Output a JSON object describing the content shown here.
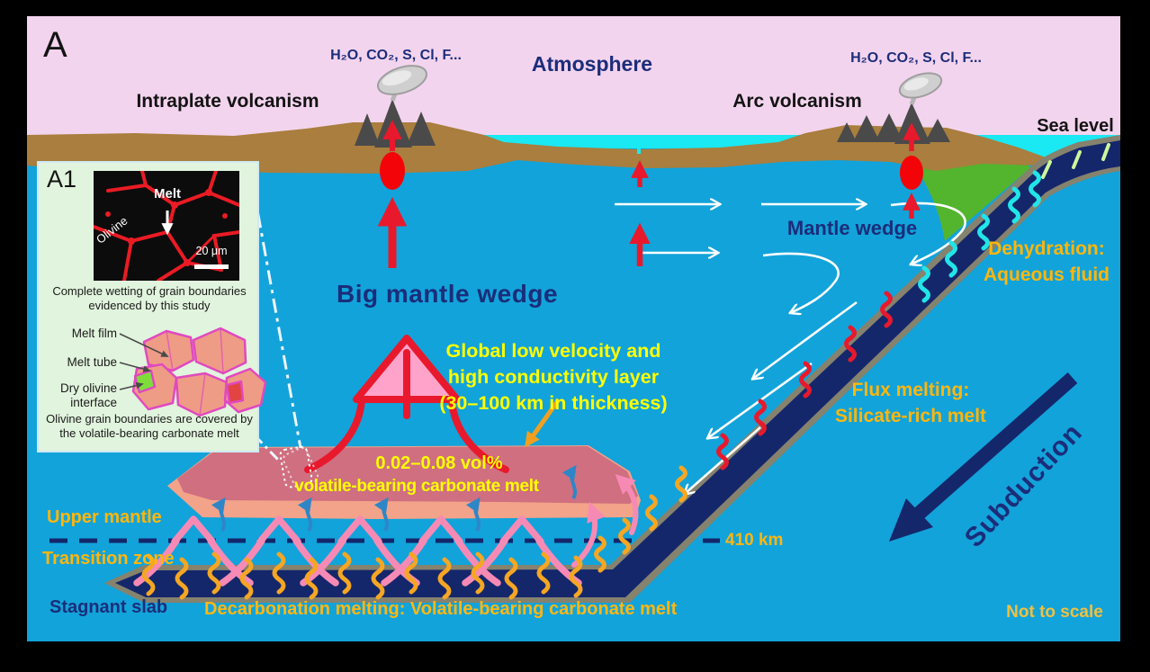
{
  "figure": {
    "panel": "A",
    "not_to_scale": "Not to scale"
  },
  "atmosphere": {
    "label": "Atmosphere",
    "sea_level": "Sea level"
  },
  "volcanism": {
    "intraplate_label": "Intraplate volcanism",
    "arc_label": "Arc volcanism",
    "intraplate_emissions": "H₂O, CO₂, S, Cl, F...",
    "arc_emissions": "H₂O, CO₂, S, Cl, F..."
  },
  "wedge": {
    "big_mantle_wedge": "Big mantle wedge",
    "mantle_wedge": "Mantle wedge",
    "subduction": "Subduction"
  },
  "layers": {
    "upper_mantle": "Upper mantle",
    "transition_zone": "Transition zone",
    "depth_410": "410 km",
    "stagnant_slab": "Stagnant slab"
  },
  "processes": {
    "lvl_line1": "Global low velocity and",
    "lvl_line2": "high conductivity layer",
    "lvl_line3": "(30–100 km in thickness)",
    "melt_pct": "0.02–0.08 vol%",
    "melt_name": "volatile-bearing carbonate melt",
    "dehydration_line1": "Dehydration:",
    "dehydration_line2": "Aqueous fluid",
    "flux_line1": "Flux melting:",
    "flux_line2": "Silicate-rich melt",
    "decarbonation": "Decarbonation melting: Volatile-bearing carbonate melt"
  },
  "inset": {
    "label": "A1",
    "melt": "Melt",
    "olivine": "Olivine",
    "scale": "20 μm",
    "caption_top": "Complete wetting of grain boundaries evidenced by this study",
    "melt_film": "Melt film",
    "melt_tube": "Melt tube",
    "dry_olivine": "Dry olivine interface",
    "caption_bottom": "Olivine grain boundaries are covered by the volatile-bearing carbonate melt"
  },
  "colors": {
    "sky_pink": "#f3d4ee",
    "mantle_blue": "#12a3da",
    "sea_cyan": "#1ae8f2",
    "land_brown": "#a97e3e",
    "forearc_green": "#53b42e",
    "slab_navy": "#15276b",
    "slab_rim_gray": "#85826e",
    "melt_layer_rose": "#cf6f80",
    "melt_layer_salmon": "#f2a389",
    "magma_red": "#e8192c",
    "plume_pink": "#f78ab5",
    "fluid_cyan": "#22e5e8",
    "volatile_orange": "#f5a623",
    "accent_yellow": "#ffff00",
    "accent_gold": "#ffb60d"
  }
}
